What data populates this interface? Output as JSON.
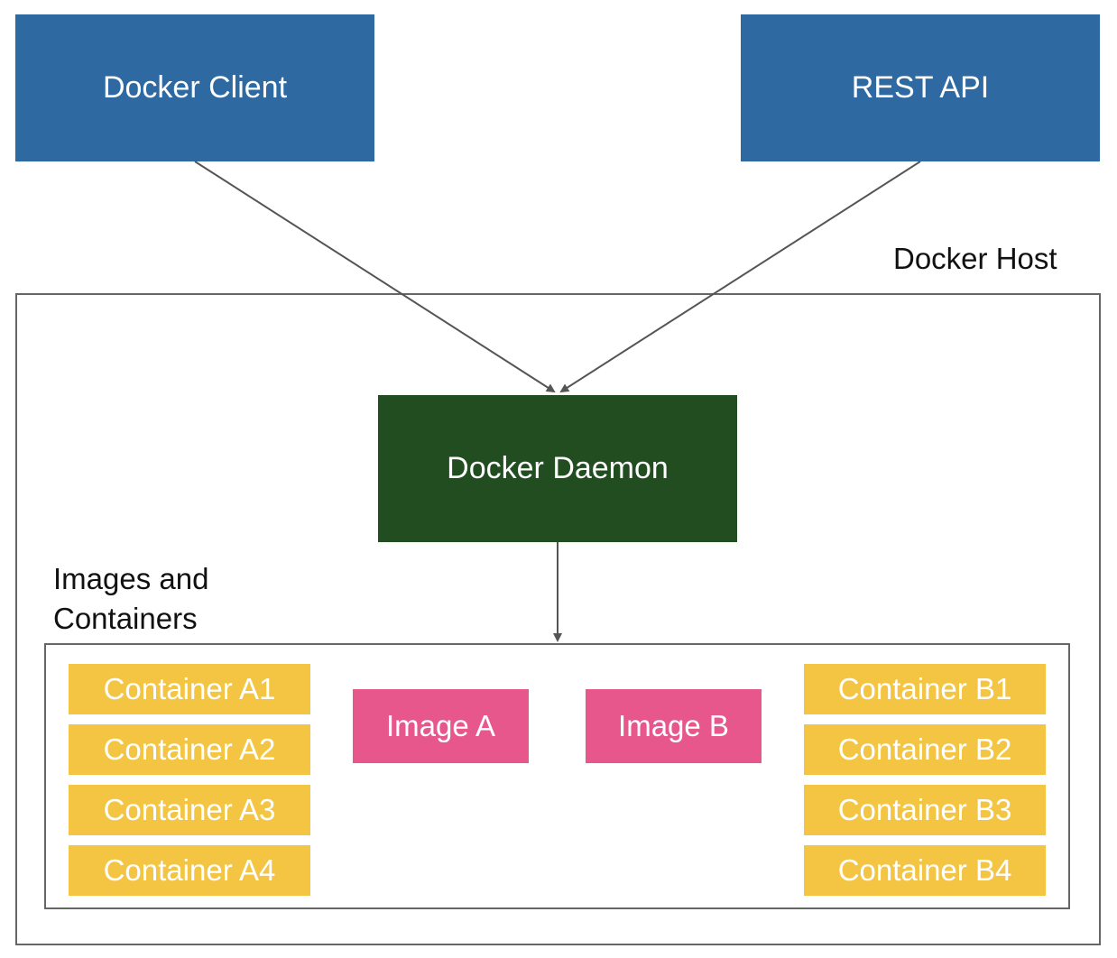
{
  "diagram": {
    "nodes": {
      "docker_client": "Docker Client",
      "rest_api": "REST API",
      "docker_daemon": "Docker Daemon",
      "image_a": "Image A",
      "image_b": "Image B"
    },
    "containers_a": [
      "Container A1",
      "Container A2",
      "Container A3",
      "Container A4"
    ],
    "containers_b": [
      "Container B1",
      "Container B2",
      "Container B3",
      "Container B4"
    ],
    "groups": {
      "docker_host": "Docker Host",
      "images_and_containers_line1": "Images and",
      "images_and_containers_line2": "Containers"
    },
    "edges": [
      {
        "from": "Docker Client",
        "to": "Docker Daemon"
      },
      {
        "from": "REST API",
        "to": "Docker Daemon"
      },
      {
        "from": "Docker Daemon",
        "to": "Images and Containers"
      }
    ],
    "colors": {
      "client_box": "#2e6aa1",
      "daemon_box": "#224d21",
      "container_box": "#f4c542",
      "image_box": "#e8578c",
      "border": "#666666",
      "arrow": "#555555"
    }
  }
}
